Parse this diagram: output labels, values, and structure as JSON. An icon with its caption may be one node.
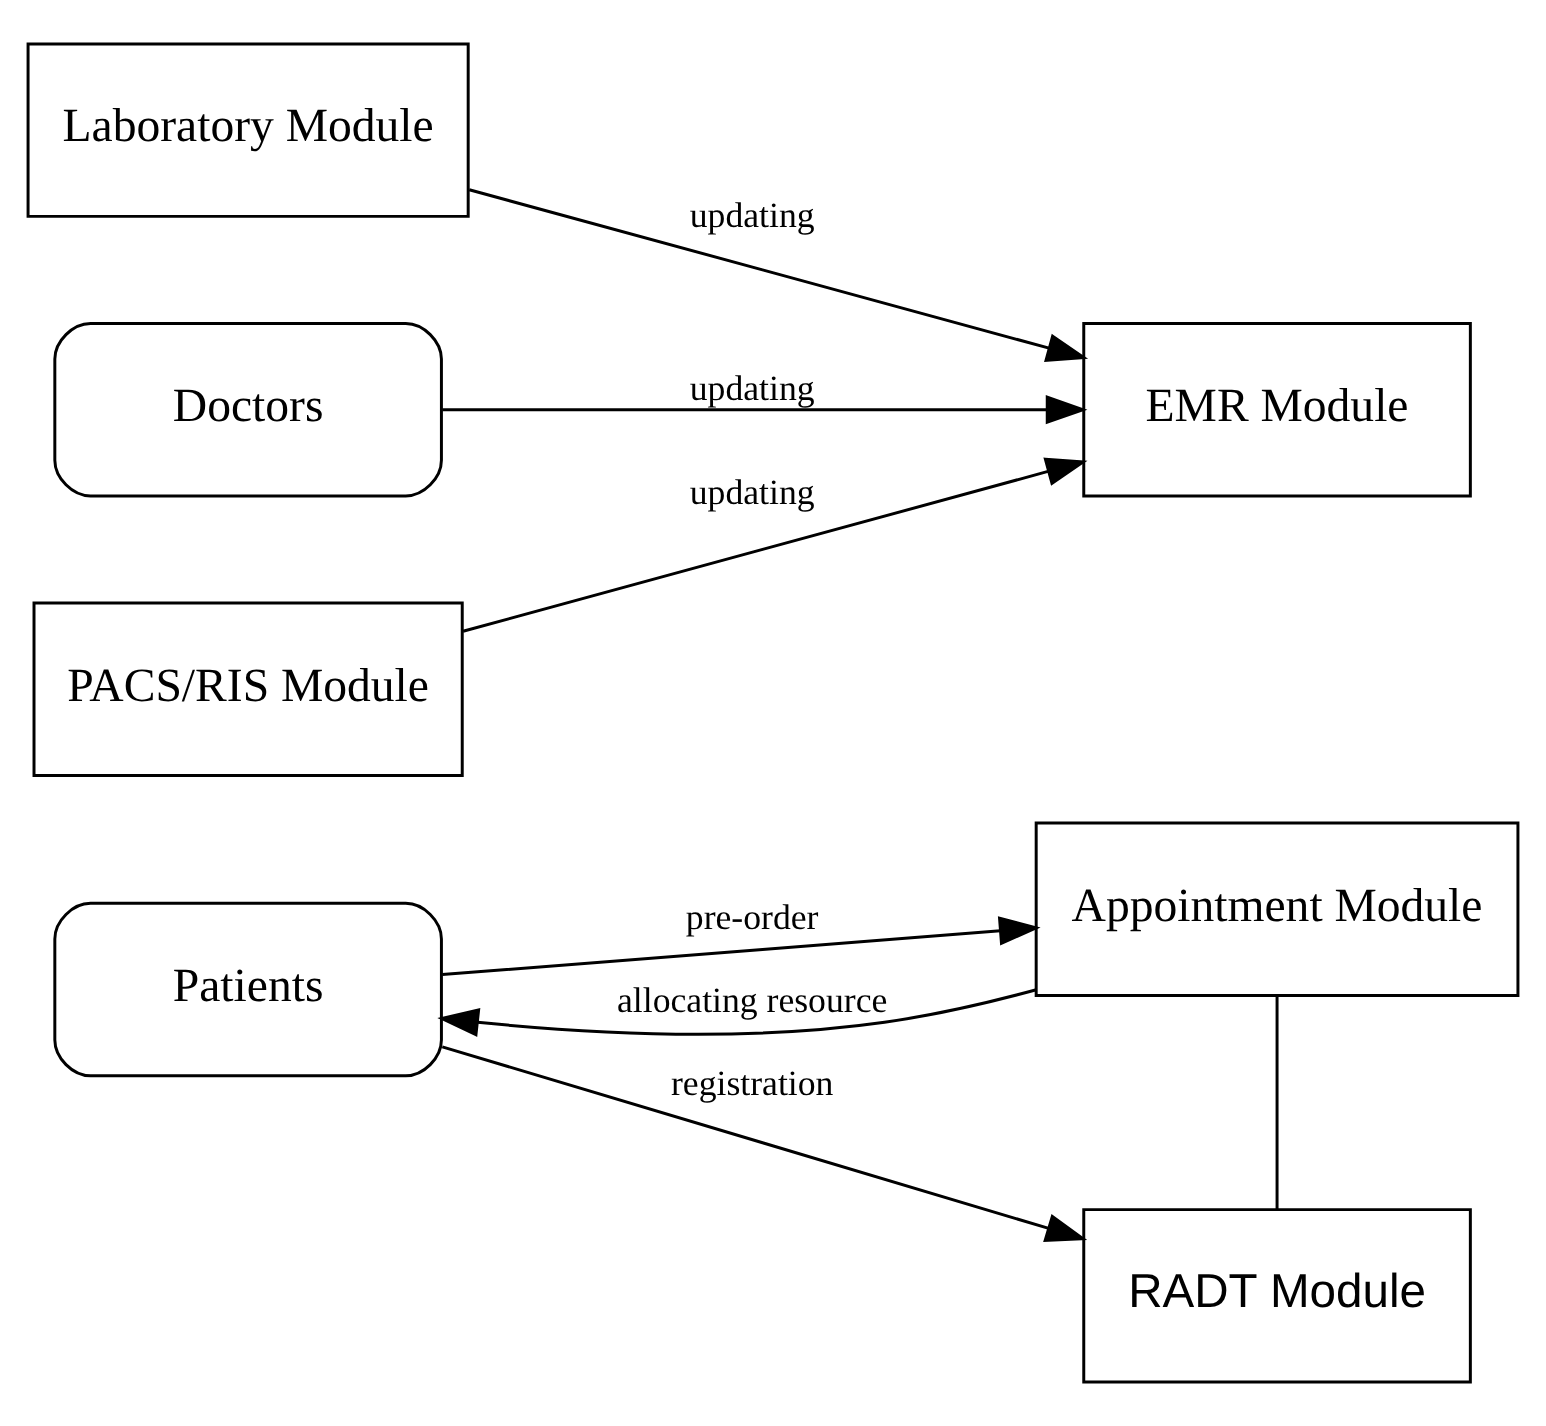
{
  "diagram": {
    "nodes": [
      {
        "text": [
          "Appointment Module"
        ]
      },
      {
        "text": [
          "Patients"
        ]
      },
      {
        "text": [
          "RADT Module"
        ]
      },
      {
        "text": [
          "Laboratory Module"
        ]
      },
      {
        "text": [
          "Doctors"
        ]
      },
      {
        "text": [
          "EMR Module"
        ]
      },
      {
        "text": [
          "PACS/RIS Module"
        ]
      }
    ],
    "edges": [
      {
        "from": 1,
        "to": 0,
        "arrow": "to",
        "label": "pre-order"
      },
      {
        "from": 0,
        "to": 1,
        "arrow": "to",
        "label": "allocating resource"
      },
      {
        "from": 0,
        "to": 2,
        "arrow": "none"
      },
      {
        "from": 1,
        "to": 2,
        "arrow": "to",
        "label": "registration"
      },
      {
        "from": 3,
        "to": 5,
        "arrow": "to",
        "label": "updating"
      },
      {
        "from": 4,
        "to": 5,
        "arrow": "to",
        "label": "updating"
      },
      {
        "from": 6,
        "to": 5,
        "arrow": "to",
        "label": "updating"
      }
    ]
  }
}
